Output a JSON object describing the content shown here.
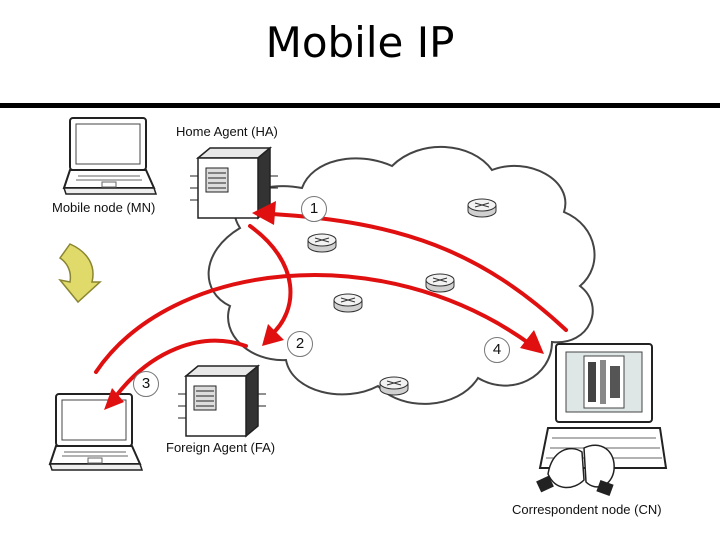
{
  "title": "Mobile IP",
  "nodes": {
    "home_agent": "Home Agent (HA)",
    "mobile_node": "Mobile node (MN)",
    "foreign_agent": "Foreign Agent (FA)",
    "correspondent_node": "Correspondent node (CN)"
  },
  "steps": [
    "1",
    "2",
    "3",
    "4"
  ],
  "colors": {
    "arrow": "#e01010",
    "move_arrow": "#e0da6a",
    "cloud_stroke": "#444444"
  }
}
